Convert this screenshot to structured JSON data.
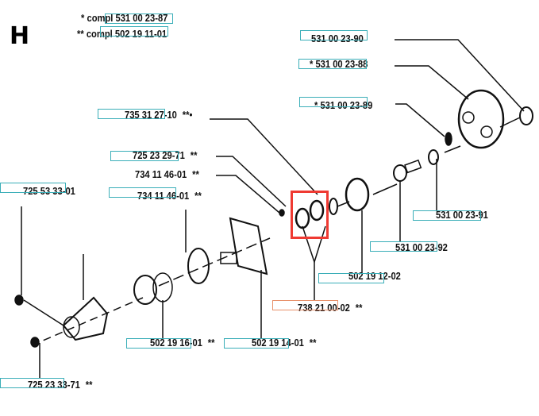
{
  "section_letter": "H",
  "notes": [
    {
      "mark": "*",
      "text": "compl 531 00 23-87"
    },
    {
      "mark": "**",
      "text": "compl 502 19 11-01"
    }
  ],
  "parts": [
    {
      "number": "531 00 23-90",
      "suffix": ""
    },
    {
      "number": "* 531 00 23-88",
      "suffix": ""
    },
    {
      "number": "* 531 00 23-89",
      "suffix": ""
    },
    {
      "number": "735 31 27-10",
      "suffix": "**•"
    },
    {
      "number": "725 23 29-71",
      "suffix": "**"
    },
    {
      "number": "734 11 46-01",
      "suffix": "**"
    },
    {
      "number": "725 53 33-01",
      "suffix": ""
    },
    {
      "number": "734 11 46-01",
      "suffix": "**"
    },
    {
      "number": "531 00 23-91",
      "suffix": ""
    },
    {
      "number": "531 00 23-92",
      "suffix": ""
    },
    {
      "number": "502 19 12-02",
      "suffix": ""
    },
    {
      "number": "738 21 00-02",
      "suffix": "**"
    },
    {
      "number": "502 19 16-01",
      "suffix": "**"
    },
    {
      "number": "502 19 14-01",
      "suffix": "**"
    },
    {
      "number": "725 23 33-71",
      "suffix": "**"
    }
  ],
  "colors": {
    "hotspot": "#3aaeb8",
    "selected_hotspot": "#e8906a",
    "highlight": "#ef3a32"
  }
}
